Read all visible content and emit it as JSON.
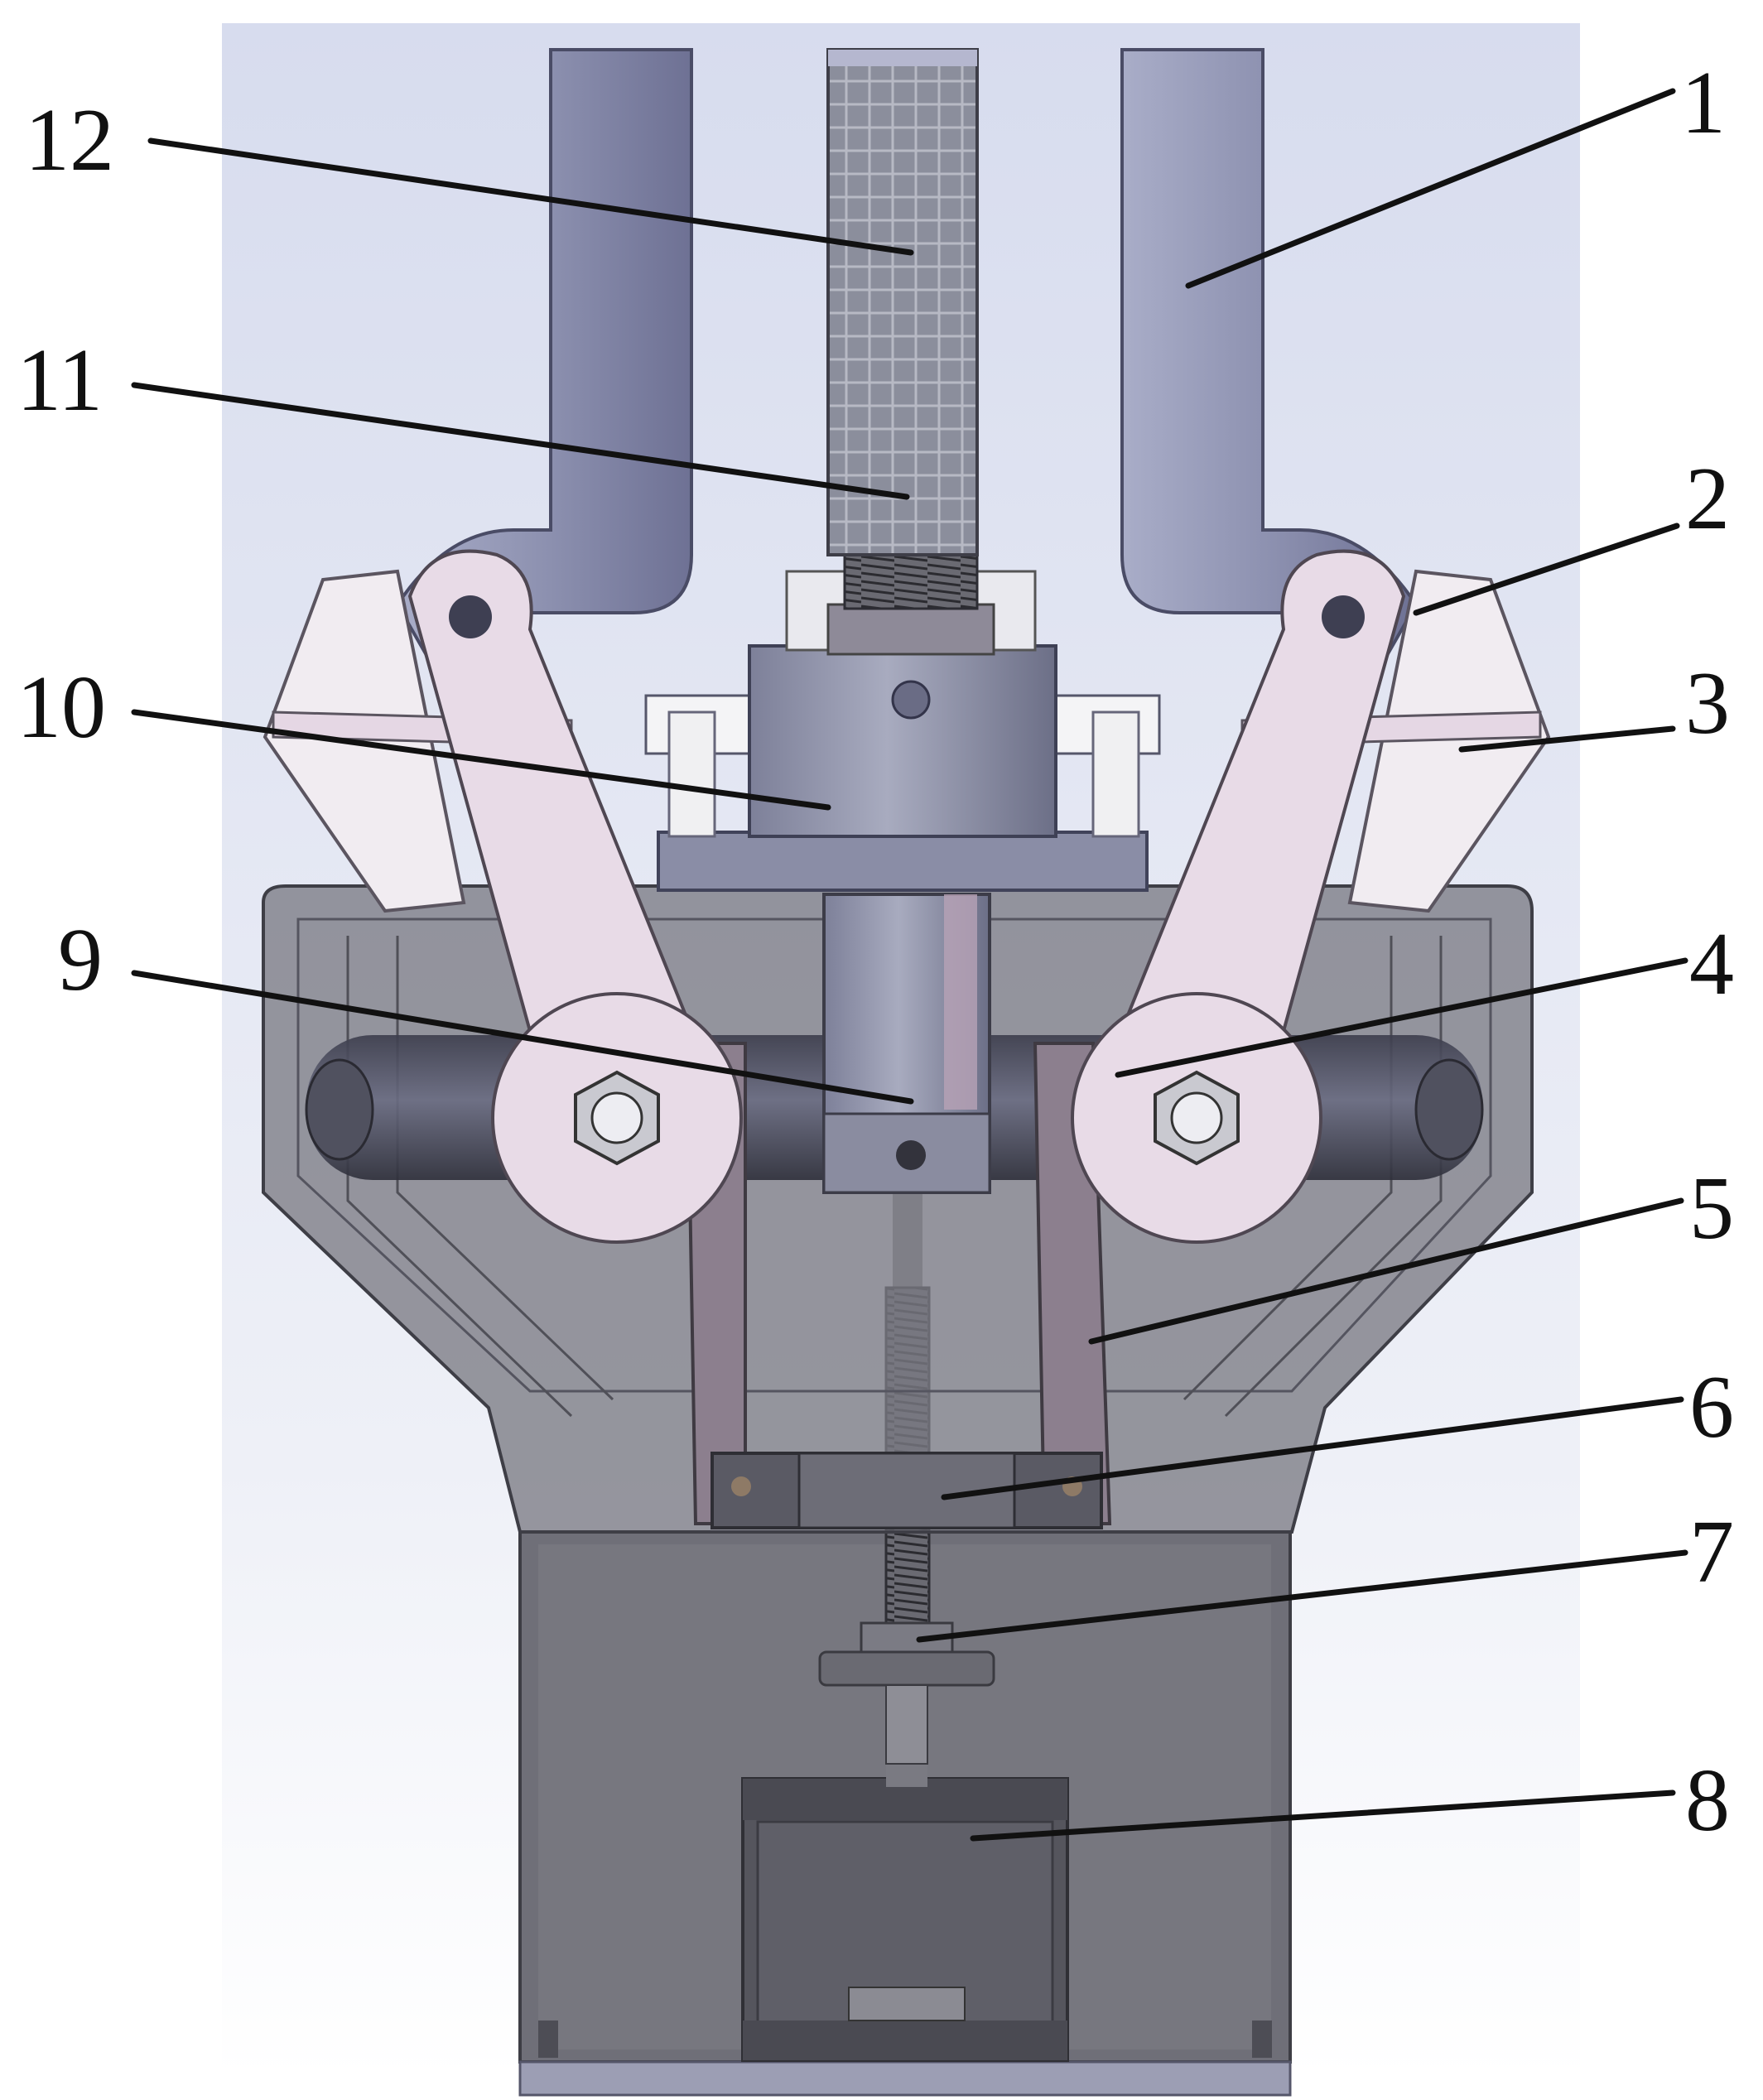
{
  "figure": {
    "callouts": [
      {
        "id": "1",
        "label": "1"
      },
      {
        "id": "2",
        "label": "2"
      },
      {
        "id": "3",
        "label": "3"
      },
      {
        "id": "4",
        "label": "4"
      },
      {
        "id": "5",
        "label": "5"
      },
      {
        "id": "6",
        "label": "6"
      },
      {
        "id": "7",
        "label": "7"
      },
      {
        "id": "8",
        "label": "8"
      },
      {
        "id": "9",
        "label": "9"
      },
      {
        "id": "10",
        "label": "10"
      },
      {
        "id": "11",
        "label": "11"
      },
      {
        "id": "12",
        "label": "12"
      }
    ]
  },
  "colors": {
    "finger": "#8f93b2",
    "finger_dark": "#6d7093",
    "link_pink": "#e7d9e6",
    "housing": "#6f6f78",
    "housing_light": "#9b9ba3",
    "base_dark": "#5a5a60",
    "background_top": "#d7dcee",
    "background_bottom": "#ffffff",
    "leader": "#111111"
  }
}
